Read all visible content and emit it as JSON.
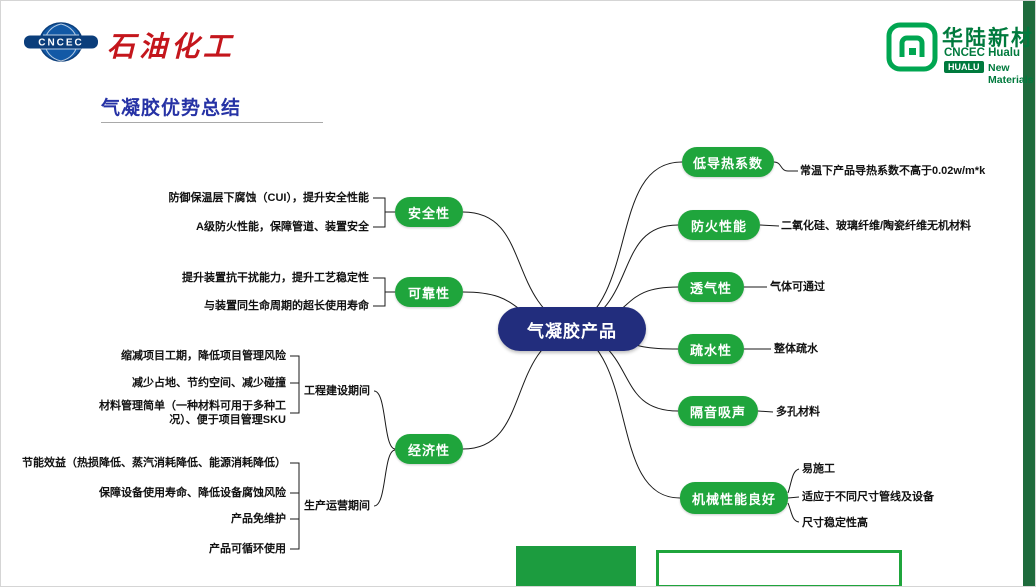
{
  "header": {
    "cncec_logo_text": "CNCEC",
    "brand_left": "石油化工",
    "brand_right": "华陆新材",
    "brand_right_sub": "CNCEC Hualu",
    "brand_right_badge": "HUALU",
    "brand_right_tagline": "New Materials"
  },
  "title": "气凝胶优势总结",
  "center_node": "气凝胶产品",
  "left_branches": [
    {
      "label": "安全性",
      "items": [
        "防御保温层下腐蚀（CUI），提升安全性能",
        "A级防火性能，保障管道、装置安全"
      ]
    },
    {
      "label": "可靠性",
      "items": [
        "提升装置抗干扰能力，提升工艺稳定性",
        "与装置同生命周期的超长使用寿命"
      ]
    },
    {
      "label": "经济性",
      "groups": [
        {
          "label": "工程建设期间",
          "items": [
            "缩减项目工期，降低项目管理风险",
            "减少占地、节约空间、减少碰撞",
            "材料管理简单（一种材料可用于多种工况）、便于项目管理SKU"
          ]
        },
        {
          "label": "生产运营期间",
          "items": [
            "节能效益（热损降低、蒸汽消耗降低、能源消耗降低）",
            "保障设备使用寿命、降低设备腐蚀风险",
            "产品免维护",
            "产品可循环使用"
          ]
        }
      ]
    }
  ],
  "right_branches": [
    {
      "label": "低导热系数",
      "items": [
        "常温下产品导热系数不高于0.02w/m*k"
      ]
    },
    {
      "label": "防火性能",
      "items": [
        "二氧化硅、玻璃纤维/陶瓷纤维无机材料"
      ]
    },
    {
      "label": "透气性",
      "items": [
        "气体可通过"
      ]
    },
    {
      "label": "疏水性",
      "items": [
        "整体疏水"
      ]
    },
    {
      "label": "隔音吸声",
      "items": [
        "多孔材料"
      ]
    },
    {
      "label": "机械性能良好",
      "items": [
        "易施工",
        "适应于不同尺寸管线及设备",
        "尺寸稳定性高"
      ]
    }
  ],
  "colors": {
    "pill_green": "#1fa53c",
    "center_navy": "#222d7d",
    "title_blue": "#2632a5",
    "brand_red": "#c4161c",
    "brand_green": "#007a3d",
    "edge_bar_green": "#1e6b3c"
  }
}
